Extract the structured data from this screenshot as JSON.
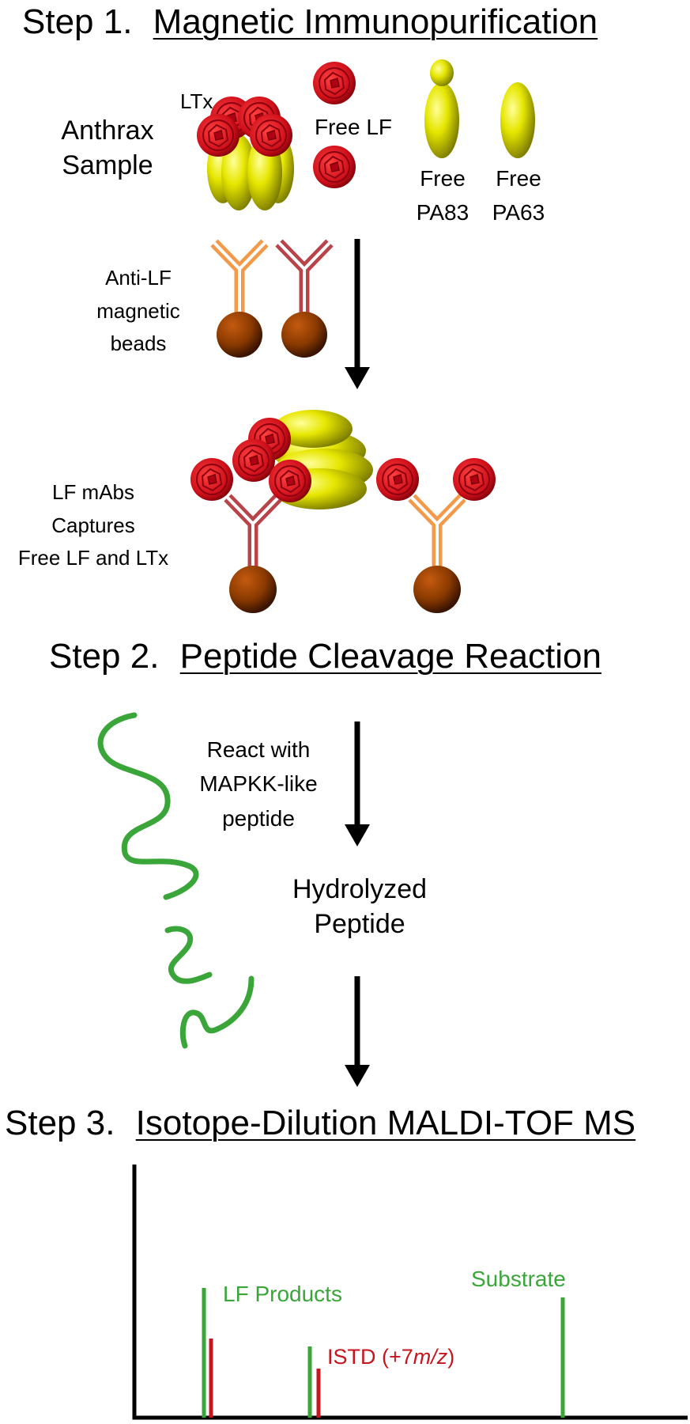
{
  "step1": {
    "prefix": "Step 1.",
    "title": "Magnetic Immunopurification",
    "sample_line1": "Anthrax",
    "sample_line2": "Sample",
    "ltx": "LTx",
    "free_lf": "Free LF",
    "pa83_line1": "Free",
    "pa83_line2": "PA83",
    "pa63_line1": "Free",
    "pa63_line2": "PA63",
    "beads_line1": "Anti-LF",
    "beads_line2": "magnetic",
    "beads_line3": "beads",
    "capture_line1": "LF mAbs",
    "capture_line2": "Captures",
    "capture_line3": "Free LF and LTx"
  },
  "step2": {
    "prefix": "Step 2.",
    "title": "Peptide Cleavage Reaction",
    "react_line1": "React with",
    "react_line2": "MAPKK-like",
    "react_line3": "peptide",
    "hydro_line1": "Hydrolyzed",
    "hydro_line2": "Peptide"
  },
  "step3": {
    "prefix": "Step 3.",
    "title": "Isotope-Dilution MALDI-TOF MS",
    "lf_products": "LF Products",
    "substrate": "Substrate",
    "istd": "ISTD (+7",
    "istd_mz": "m/z",
    "istd_close": ")"
  },
  "colors": {
    "lf_red": "#d0101a",
    "pa_yellow": "#e6e600",
    "bead_brown": "#8a3a00",
    "antibody_orange": "#f39a4a",
    "antibody_red": "#b8444a",
    "peptide_green": "#3aa63a",
    "istd_red": "#c8141e"
  },
  "icons": [
    "lf-protein-icon",
    "pa-protein-icon",
    "magnetic-bead-icon",
    "antibody-icon",
    "peptide-icon",
    "arrow-down-icon"
  ]
}
